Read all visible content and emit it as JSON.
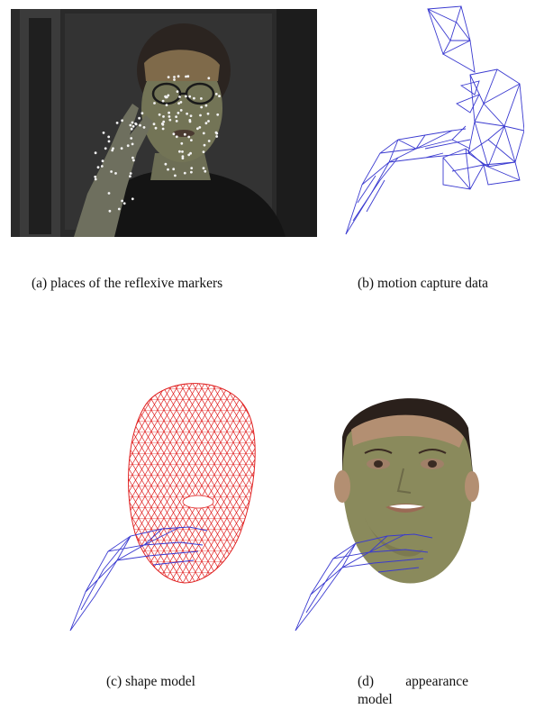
{
  "figure": {
    "captions": {
      "a": "(a) places of the reflexive markers",
      "b": "(b) motion capture data",
      "c": "(c) shape model",
      "d": "(d) appearance model"
    }
  }
}
